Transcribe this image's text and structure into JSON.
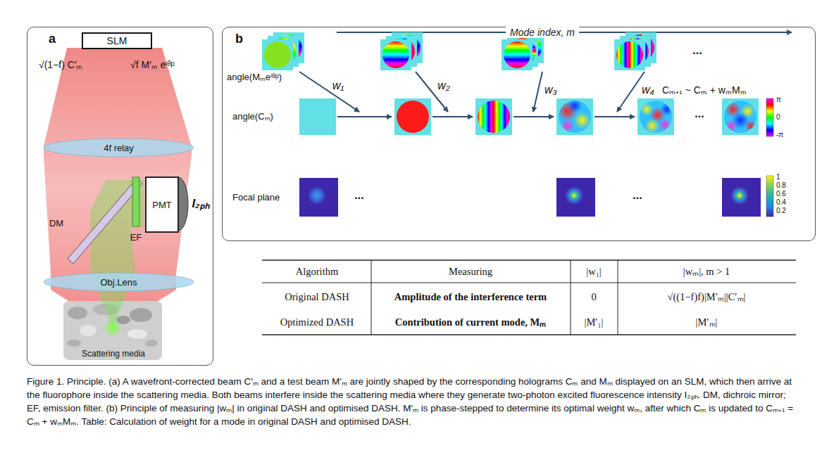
{
  "diagram": {
    "caption": "Figure 1. Principle. (a) A wavefront-corrected beam C′ₘ and a test beam M′ₘ are jointly shaped by the corresponding holograms Cₘ and Mₘ displayed on an SLM, which then arrive at the fluorophore inside the scattering media. Both beams interfere inside the scattering media where they generate two-photon excited fluorescence intensity I₂ₚₕ. DM, dichroic mirror; EF, emission filter. (b) Principle of measuring |wₘ| in original DASH and optimised DASH. M′ₘ is phase-stepped to determine its optimal weight wₘ, after which Cₘ is updated to Cₘ₊₁ = Cₘ + wₘMₘ. Table: Calculation of weight for a mode in original DASH and optimised DASH.",
    "nodes": [
      {
        "text": [
          "a"
        ]
      },
      {
        "text": [
          "SLM"
        ],
        "in": 0
      },
      {
        "text": [
          "4f relay"
        ],
        "in": 0
      },
      {
        "text": [
          "PMT"
        ],
        "in": 0
      },
      {
        "text": [
          "Obj.Lens"
        ],
        "in": 0
      },
      {
        "text": [
          "Scattering media"
        ],
        "in": 0
      },
      {
        "text": [
          "b"
        ]
      }
    ],
    "labels": [
      "√(1−f) C′ₘ",
      "√f M′ₘ eⁱᶿᵖ",
      "DM",
      "EF",
      "I₂ₚₕ",
      "Mode index, m",
      "angle(Mₘeⁱᶿᵖ)",
      "angle(Cₘ)",
      "Focal plane",
      "w₁",
      "w₂",
      "w₃",
      "w₄",
      "Cₘ₊₁ ~ Cₘ + wₘMₘ",
      "...",
      "...",
      "...",
      "...",
      "π",
      "0",
      "-π",
      "1",
      "0.8",
      "0.6",
      "0.4",
      "0.2",
      "Algorithm",
      "Measuring",
      "|w₁|",
      "|wₘ|, m > 1",
      "Original DASH",
      "Amplitude of the interference term",
      "0",
      "√((1−f)f)|M′ₘ||C′ₘ|",
      "Optimized DASH",
      "Contribution of current mode, Mₘ",
      "|M′₁|",
      "|M′ₘ|"
    ]
  }
}
